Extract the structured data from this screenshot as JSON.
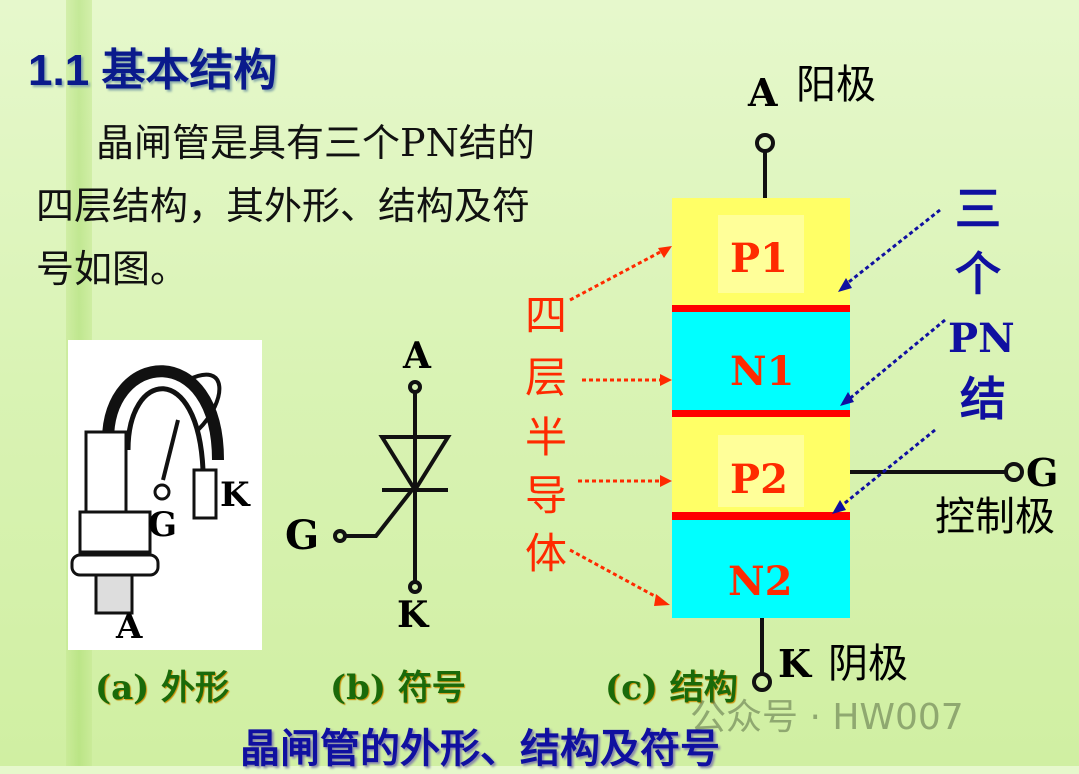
{
  "title": "1.1  基本结构",
  "intro": "晶闸管是具有三个PN结的四层结构，其外形、结构及符号如图。",
  "photo": {
    "labels": {
      "k": "K",
      "g": "G",
      "a": "A"
    }
  },
  "symbol": {
    "anode": "A",
    "gate": "G",
    "cathode": "K"
  },
  "captions": {
    "a": "(a) 外形",
    "b": "(b) 符号",
    "c": "(c) 结构"
  },
  "structure": {
    "anode_letter": "A",
    "anode_label": "阳极",
    "cathode_letter": "K",
    "cathode_label": "阴极",
    "gate_letter": "G",
    "gate_label": "控制极",
    "layers": [
      "P1",
      "N1",
      "P2",
      "N2"
    ],
    "four_layers": [
      "四",
      "层",
      "半",
      "导",
      "体"
    ],
    "three_junctions": [
      "三",
      "个",
      "PN",
      "结"
    ]
  },
  "bottom_title": "晶闸管的外形、结构及符号",
  "watermark": "公众号 · HW007",
  "colors": {
    "p_layer": "#ffff66",
    "n_layer": "#00ffff",
    "junction": "#ff0000",
    "label_red": "#ff2a00",
    "title_blue": "#0a1a8c"
  }
}
